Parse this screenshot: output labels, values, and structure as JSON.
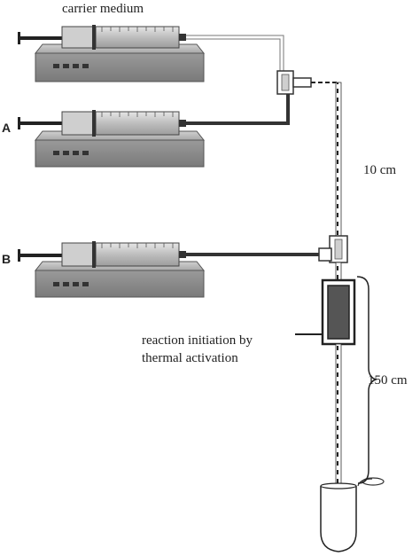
{
  "labels": {
    "carrier_medium": "carrier medium",
    "syringe_a": "A",
    "syringe_b": "B",
    "distance_short": "10 cm",
    "distance_long": "150 cm",
    "heater_line1": "reaction initiation by",
    "heater_line2": "thermal activation"
  },
  "colors": {
    "pump_body": "#8a8a8a",
    "pump_top": "#b9b9b9",
    "syringe_fill": "#c9c9c9",
    "tubing_dark": "#333333",
    "heater_fill": "#555555",
    "line": "#222222"
  }
}
